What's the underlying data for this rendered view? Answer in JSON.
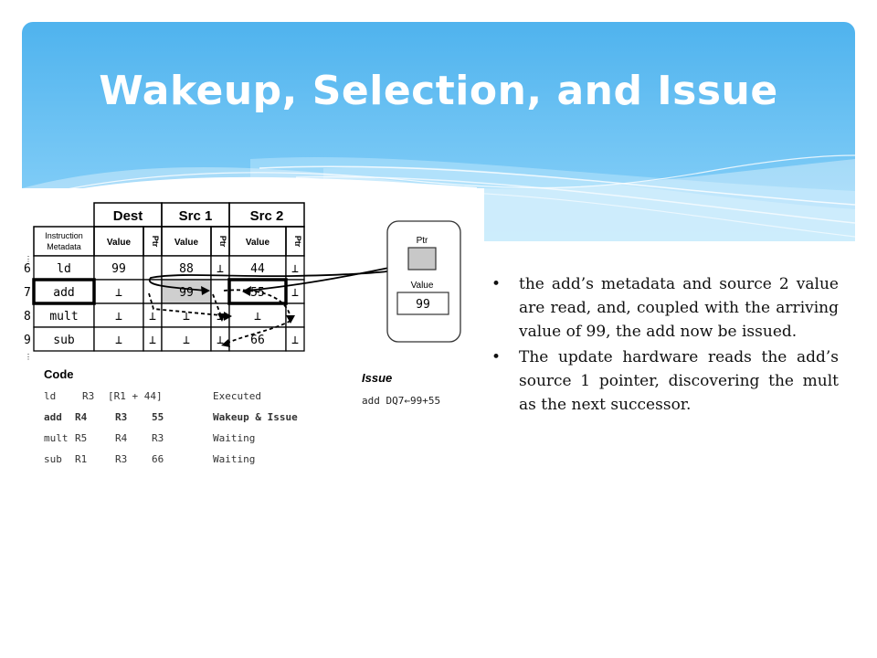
{
  "slide": {
    "title": "Wakeup, Selection, and Issue",
    "colors": {
      "banner_top": "#4fb3ee",
      "banner_bottom": "#8dd3f9",
      "title_text": "#ffffff"
    }
  },
  "table": {
    "group_headers": [
      "Dest",
      "Src 1",
      "Src 2"
    ],
    "metadata_header": [
      "Instruction",
      "Metadata"
    ],
    "subheaders": [
      "Value",
      "Ptr",
      "Value",
      "Ptr",
      "Value",
      "Ptr"
    ],
    "rows": [
      {
        "index": "6",
        "metadata": "ld",
        "cells": [
          "99",
          "",
          "88",
          "⊥",
          "44",
          "⊥"
        ]
      },
      {
        "index": "7",
        "metadata": "add",
        "cells": [
          "⊥",
          "",
          "99",
          "",
          "55",
          "⊥"
        ]
      },
      {
        "index": "8",
        "metadata": "mult",
        "cells": [
          "⊥",
          "⊥",
          "⊥",
          "⊥",
          "⊥",
          ""
        ]
      },
      {
        "index": "9",
        "metadata": "sub",
        "cells": [
          "⊥",
          "⊥",
          "⊥",
          "⊥",
          "66",
          "⊥"
        ]
      }
    ]
  },
  "register": {
    "ptr_label": "Ptr",
    "value_label": "Value",
    "value": "99"
  },
  "code": {
    "heading": "Code",
    "lines": [
      {
        "op": "ld",
        "dest": "R3",
        "src1": "[R1 + 44]",
        "src2": "",
        "status": "Executed",
        "bold": false
      },
      {
        "op": "add",
        "dest": "R4",
        "src1": "R3",
        "src2": "55",
        "status": "Wakeup & Issue",
        "bold": true
      },
      {
        "op": "mult",
        "dest": "R5",
        "src1": "R4",
        "src2": "R3",
        "status": "Waiting",
        "bold": false
      },
      {
        "op": "sub",
        "dest": "R1",
        "src1": "R3",
        "src2": "66",
        "status": "Waiting",
        "bold": false
      }
    ]
  },
  "issue": {
    "heading": "Issue",
    "line": "add DQ7←99+55"
  },
  "bullets": [
    "the add’s metadata and source 2 value are read, and, coupled with the arriving value of 99, the add now be issued.",
    "The update hardware reads the add’s source 1 pointer, discovering the mult as the next successor."
  ]
}
